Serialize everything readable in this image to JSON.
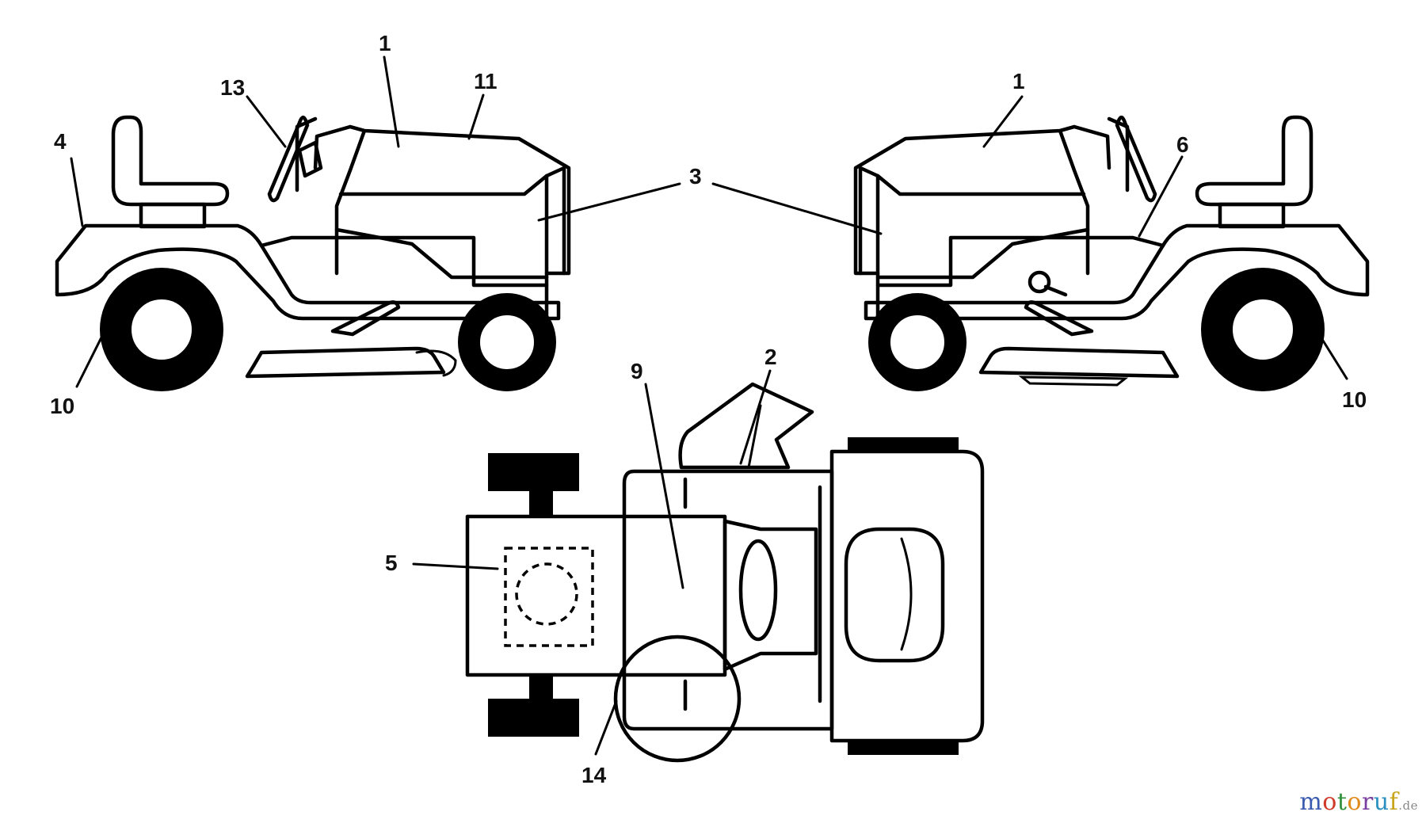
{
  "callouts": [
    {
      "id": "1",
      "text": "1"
    },
    {
      "id": "1",
      "text": "1"
    },
    {
      "id": "2",
      "text": "2"
    },
    {
      "id": "3",
      "text": "3"
    },
    {
      "id": "4",
      "text": "4"
    },
    {
      "id": "5",
      "text": "5"
    },
    {
      "id": "6",
      "text": "6"
    },
    {
      "id": "9",
      "text": "9"
    },
    {
      "id": "10",
      "text": "10"
    },
    {
      "id": "10",
      "text": "10"
    },
    {
      "id": "11",
      "text": "11"
    },
    {
      "id": "13",
      "text": "13"
    },
    {
      "id": "14",
      "text": "14"
    }
  ],
  "watermark": {
    "letters": [
      "m",
      "o",
      "t",
      "o",
      "r",
      "u",
      "f"
    ],
    "colors": [
      "#3a5bb0",
      "#d03a2a",
      "#2f8f3a",
      "#e08a1c",
      "#7a3ea0",
      "#2b8fbf",
      "#c8a41a"
    ],
    "suffix": ".de"
  }
}
